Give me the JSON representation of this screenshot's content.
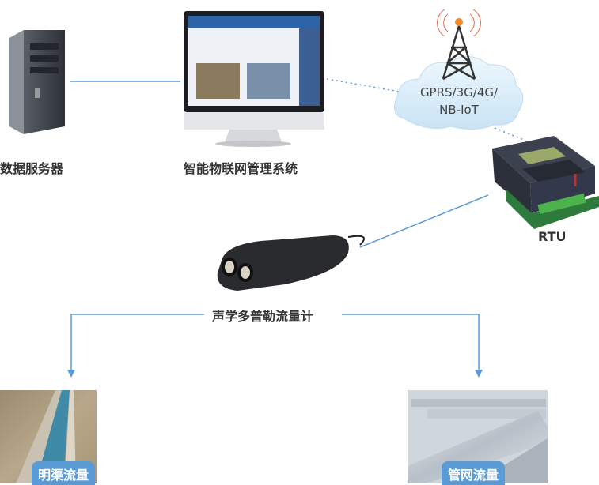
{
  "nodes": {
    "server": {
      "label": "数据服务器"
    },
    "system": {
      "label": "智能物联网管理系统"
    },
    "network": {
      "line1": "GPRS/3G/4G/",
      "line2": "NB-IoT"
    },
    "rtu": {
      "label": "RTU"
    },
    "sensor": {
      "label": "声学多普勒流量计"
    },
    "open_channel": {
      "label": "明渠流量"
    },
    "pipe_network": {
      "label": "管网流量"
    }
  },
  "colors": {
    "connector": "#5b9bd5",
    "badge": "#5b9bd5"
  }
}
